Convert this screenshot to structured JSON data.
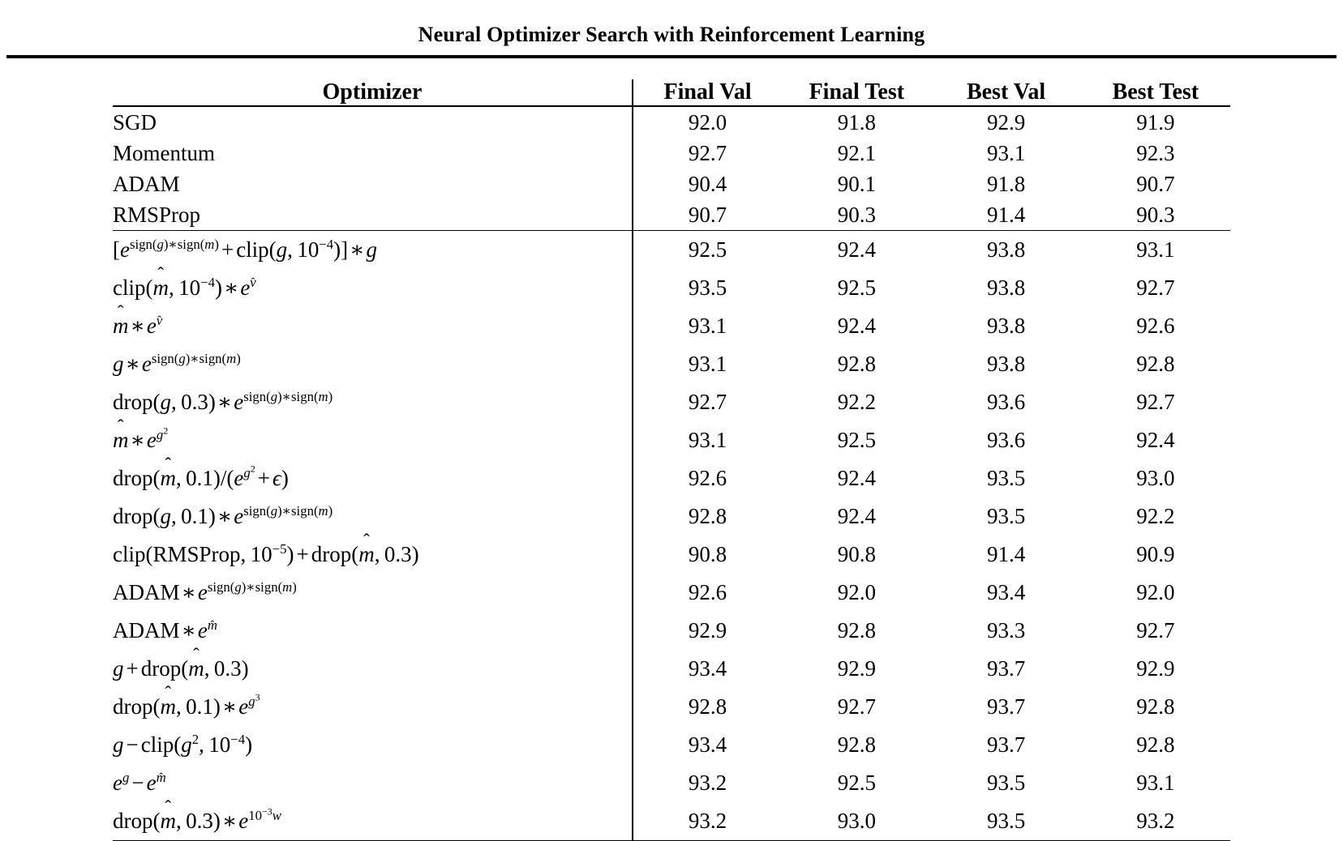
{
  "document": {
    "running_head": "Neural Optimizer Search with Reinforcement Learning"
  },
  "table": {
    "columns": [
      "Optimizer",
      "Final Val",
      "Final Test",
      "Best Val",
      "Best Test"
    ],
    "baseline_rows": [
      {
        "optimizer": "SGD",
        "final_val": "92.0",
        "final_test": "91.8",
        "best_val": "92.9",
        "best_test": "91.9"
      },
      {
        "optimizer": "Momentum",
        "final_val": "92.7",
        "final_test": "92.1",
        "best_val": "93.1",
        "best_test": "92.3"
      },
      {
        "optimizer": "ADAM",
        "final_val": "90.4",
        "final_test": "90.1",
        "best_val": "91.8",
        "best_test": "90.7"
      },
      {
        "optimizer": "RMSProp",
        "final_val": "90.7",
        "final_test": "90.3",
        "best_val": "91.4",
        "best_test": "90.3"
      }
    ],
    "searched_rows": [
      {
        "optimizer": "[e^(sign(g)*sign(m)) + clip(g, 10^-4)] * g",
        "final_val": "92.5",
        "final_test": "92.4",
        "best_val": "93.8",
        "best_test": "93.1"
      },
      {
        "optimizer": "clip(m_hat, 10^-4) * e^(v_hat)",
        "final_val": "93.5",
        "final_test": "92.5",
        "best_val": "93.8",
        "best_test": "92.7"
      },
      {
        "optimizer": "m_hat * e^(v_hat)",
        "final_val": "93.1",
        "final_test": "92.4",
        "best_val": "93.8",
        "best_test": "92.6"
      },
      {
        "optimizer": "g * e^(sign(g)*sign(m))",
        "final_val": "93.1",
        "final_test": "92.8",
        "best_val": "93.8",
        "best_test": "92.8"
      },
      {
        "optimizer": "drop(g, 0.3) * e^(sign(g)*sign(m))",
        "final_val": "92.7",
        "final_test": "92.2",
        "best_val": "93.6",
        "best_test": "92.7"
      },
      {
        "optimizer": "m_hat * e^(g^2)",
        "final_val": "93.1",
        "final_test": "92.5",
        "best_val": "93.6",
        "best_test": "92.4"
      },
      {
        "optimizer": "drop(m_hat, 0.1)/(e^(g^2) + eps)",
        "final_val": "92.6",
        "final_test": "92.4",
        "best_val": "93.5",
        "best_test": "93.0"
      },
      {
        "optimizer": "drop(g, 0.1) * e^(sign(g)*sign(m))",
        "final_val": "92.8",
        "final_test": "92.4",
        "best_val": "93.5",
        "best_test": "92.2"
      },
      {
        "optimizer": "clip(RMSProp, 10^-5) + drop(m_hat, 0.3)",
        "final_val": "90.8",
        "final_test": "90.8",
        "best_val": "91.4",
        "best_test": "90.9"
      },
      {
        "optimizer": "ADAM * e^(sign(g)*sign(m))",
        "final_val": "92.6",
        "final_test": "92.0",
        "best_val": "93.4",
        "best_test": "92.0"
      },
      {
        "optimizer": "ADAM * e^(m_hat)",
        "final_val": "92.9",
        "final_test": "92.8",
        "best_val": "93.3",
        "best_test": "92.7"
      },
      {
        "optimizer": "g + drop(m_hat, 0.3)",
        "final_val": "93.4",
        "final_test": "92.9",
        "best_val": "93.7",
        "best_test": "92.9"
      },
      {
        "optimizer": "drop(m_hat, 0.1) * e^(g^3)",
        "final_val": "92.8",
        "final_test": "92.7",
        "best_val": "93.7",
        "best_test": "92.8"
      },
      {
        "optimizer": "g - clip(g^2, 10^-4)",
        "final_val": "93.4",
        "final_test": "92.8",
        "best_val": "93.7",
        "best_test": "92.8"
      },
      {
        "optimizer": "e^g - e^(m_hat)",
        "final_val": "93.2",
        "final_test": "92.5",
        "best_val": "93.5",
        "best_test": "93.1"
      },
      {
        "optimizer": "drop(m_hat, 0.3) * e^(10^-3 w)",
        "final_val": "93.2",
        "final_test": "93.0",
        "best_val": "93.5",
        "best_test": "93.2"
      }
    ]
  }
}
